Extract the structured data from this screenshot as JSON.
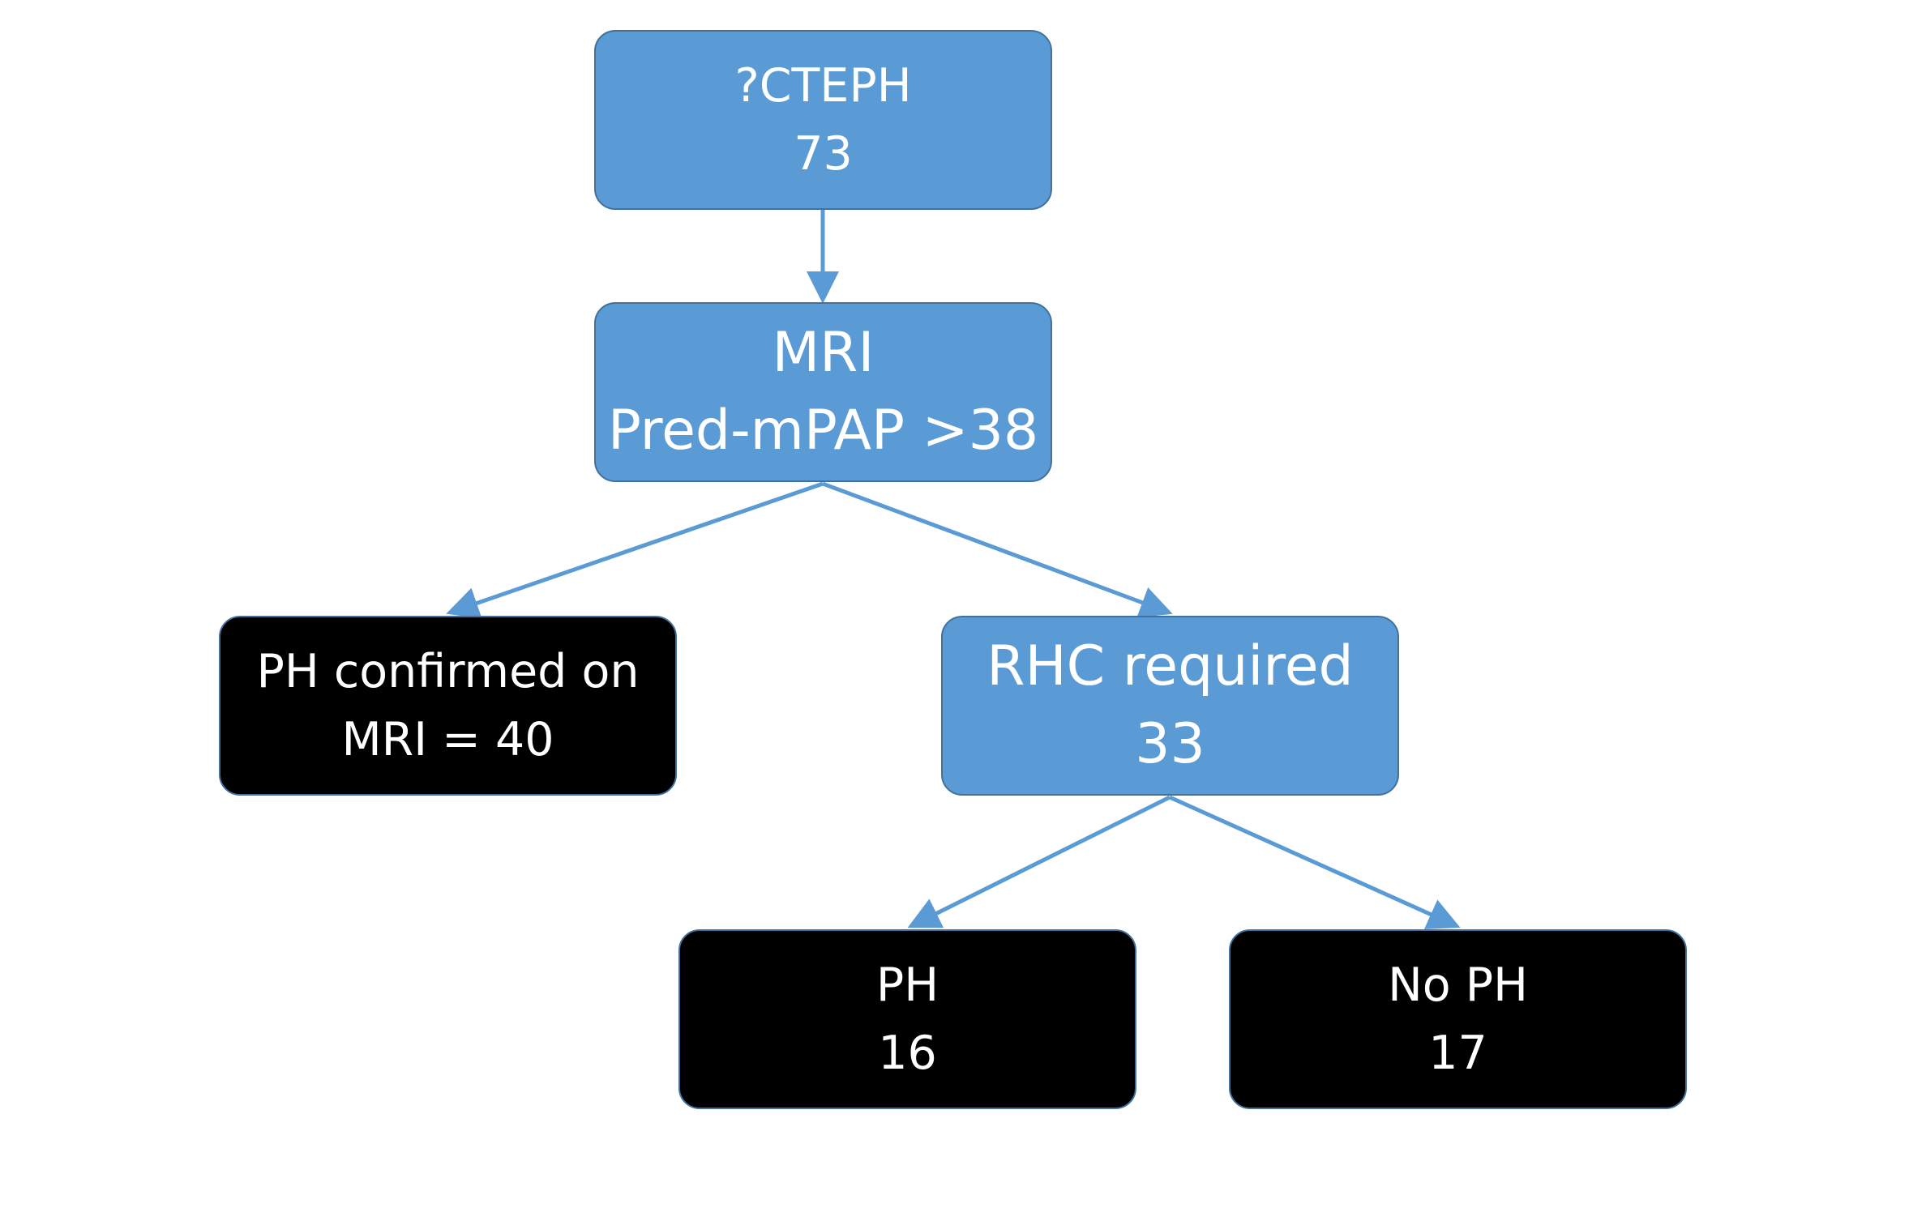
{
  "colors": {
    "process_fill": "#5b9bd5",
    "outcome_fill": "#000000",
    "border": "#41719c",
    "arrow": "#5b9bd5",
    "text": "#ffffff"
  },
  "nodes": {
    "cteph": {
      "line1": "?CTEPH",
      "line2": "73"
    },
    "mri": {
      "line1": "MRI",
      "line2": "Pred-mPAP >38"
    },
    "ph_confirmed_mri": {
      "line1": "PH confirmed on",
      "line2": "MRI = 40"
    },
    "rhc_required": {
      "line1": "RHC required",
      "line2": "33"
    },
    "ph": {
      "line1": "PH",
      "line2": "16"
    },
    "no_ph": {
      "line1": "No PH",
      "line2": "17"
    }
  },
  "edges": [
    {
      "from": "cteph",
      "to": "mri"
    },
    {
      "from": "mri",
      "to": "ph_confirmed_mri"
    },
    {
      "from": "mri",
      "to": "rhc_required"
    },
    {
      "from": "rhc_required",
      "to": "ph"
    },
    {
      "from": "rhc_required",
      "to": "no_ph"
    }
  ]
}
